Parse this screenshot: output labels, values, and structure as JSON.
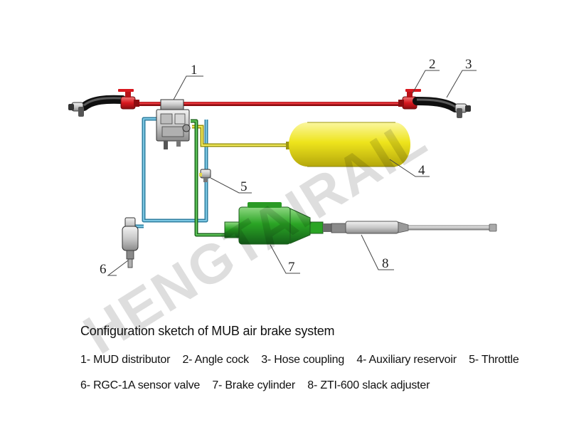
{
  "callouts": [
    "1",
    "2",
    "3",
    "4",
    "5",
    "6",
    "7",
    "8"
  ],
  "caption": {
    "title": "Configuration sketch of MUB air brake system",
    "legend_line_1": [
      "1- MUD distributor",
      "2- Angle cock",
      "3- Hose coupling",
      "4- Auxiliary reservoir",
      "5- Throttle"
    ],
    "legend_line_2": [
      "6- RGC-1A sensor valve",
      "7- Brake cylinder",
      "8- ZTI-600 slack adjuster"
    ]
  },
  "watermark": "HENGTAIRAIL",
  "colors": {
    "brake_pipe": "#d8181f",
    "reservoir": "#f0ea1a",
    "cylinder": "#2fa52a",
    "sensor_pipe": "#5aaecf",
    "hose": "#262626",
    "slack_adjuster": "#d4d4d4"
  },
  "icons": [
    "mud-distributor-icon",
    "angle-cock-icon",
    "hose-coupling-icon",
    "auxiliary-reservoir-icon",
    "throttle-icon",
    "sensor-valve-icon",
    "brake-cylinder-icon",
    "slack-adjuster-icon"
  ]
}
